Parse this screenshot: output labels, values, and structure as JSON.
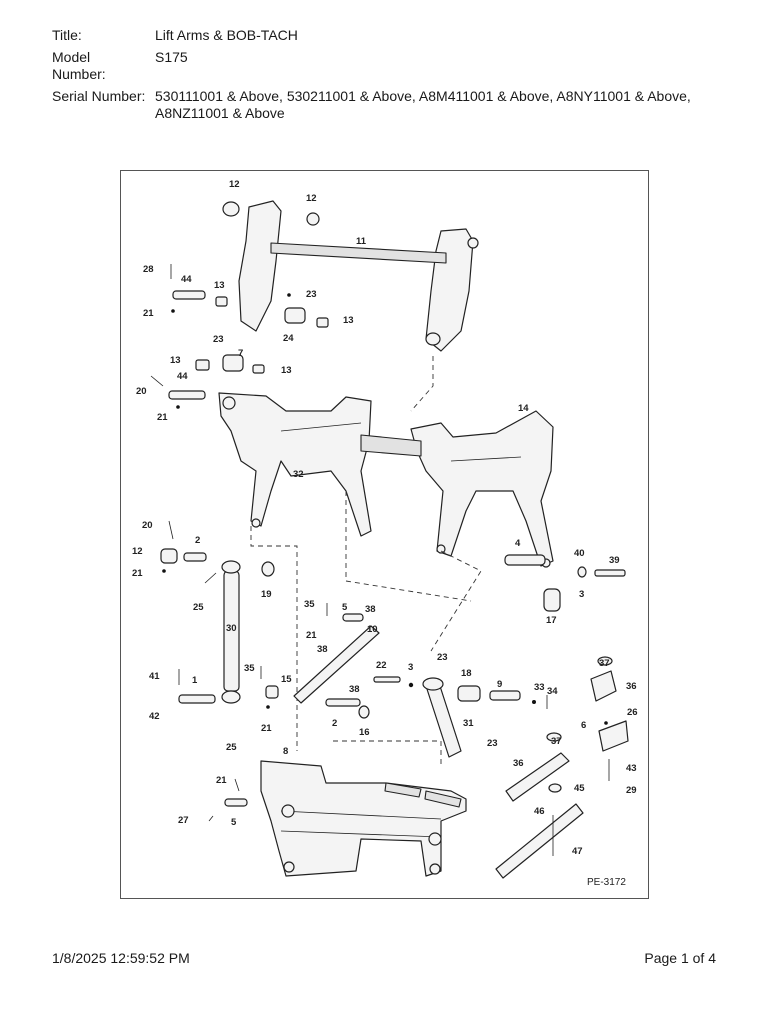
{
  "header": {
    "title_label": "Title:",
    "title_value": "Lift Arms & BOB-TACH",
    "model_label": "Model Number:",
    "model_value": "S175",
    "serial_label": "Serial Number:",
    "serial_value": "530111001 & Above, 530211001 & Above, A8M411001 & Above, A8NY11001 & Above, A8NZ11001 & Above"
  },
  "diagram": {
    "figure_id": "PE-3172",
    "callouts": [
      "12",
      "12",
      "11",
      "28",
      "44",
      "13",
      "23",
      "21",
      "13",
      "24",
      "23",
      "7",
      "13",
      "13",
      "20",
      "44",
      "21",
      "14",
      "32",
      "20",
      "2",
      "12",
      "21",
      "19",
      "25",
      "30",
      "35",
      "5",
      "38",
      "10",
      "21",
      "38",
      "4",
      "40",
      "39",
      "3",
      "17",
      "41",
      "1",
      "42",
      "35",
      "15",
      "21",
      "25",
      "38",
      "2",
      "16",
      "22",
      "3",
      "23",
      "18",
      "9",
      "33",
      "34",
      "31",
      "23",
      "37",
      "36",
      "6",
      "26",
      "37",
      "36",
      "43",
      "29",
      "8",
      "21",
      "27",
      "5",
      "45",
      "46",
      "47"
    ]
  },
  "footer": {
    "timestamp": "1/8/2025 12:59:52 PM",
    "page": "Page 1 of 4"
  }
}
